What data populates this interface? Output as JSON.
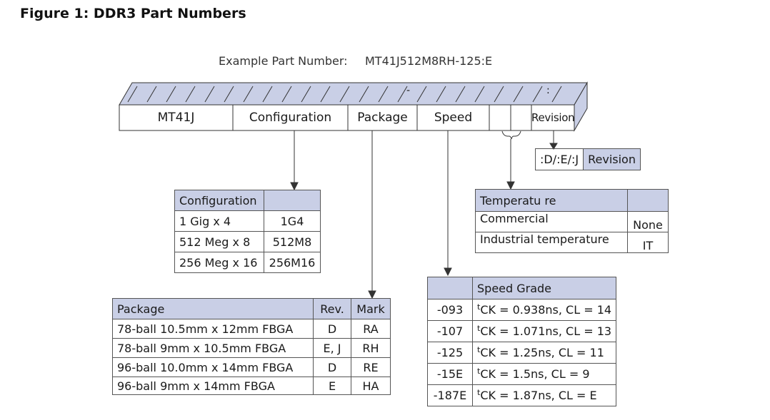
{
  "figure": {
    "title": "Figure 1: DDR3 Part Numbers"
  },
  "example": {
    "label": "Example Part Number:",
    "value": "MT41J512M8RH-125:E"
  },
  "part_number_fields": {
    "prefix": "MT41J",
    "configuration": "Configuration",
    "package": "Package",
    "speed": "Speed",
    "revision": "Revision",
    "dash": "-",
    "colon": ":"
  },
  "revision_box": {
    "code": ":D/:E/:J",
    "label": "Revision"
  },
  "configuration_table": {
    "header": [
      "Configuration",
      ""
    ],
    "rows": [
      [
        "1 Gig x 4",
        "1G4"
      ],
      [
        "512 Meg x 8",
        "512M8"
      ],
      [
        "256 Meg x 16",
        "256M16"
      ]
    ]
  },
  "temperature_table": {
    "header": [
      "Temperatu re",
      ""
    ],
    "rows": [
      [
        "Commercial",
        "None"
      ],
      [
        "Industrial temperature",
        "IT"
      ]
    ]
  },
  "speed_table": {
    "header": [
      "",
      "Speed Grade"
    ],
    "t": "t",
    "rows": [
      [
        "-093",
        "CK = 0.938ns, CL = 14"
      ],
      [
        "-107",
        "CK = 1.071ns, CL = 13"
      ],
      [
        "-125",
        "CK = 1.25ns, CL = 11"
      ],
      [
        "-15E",
        "CK = 1.5ns, CL = 9"
      ],
      [
        "-187E",
        "CK = 1.87ns, CL = E"
      ]
    ]
  },
  "package_table": {
    "header": [
      "Package",
      "Rev.",
      "Mark"
    ],
    "rows": [
      [
        "78-ball 10.5mm x 12mm FBGA",
        "D",
        "RA"
      ],
      [
        "78-ball 9mm x 10.5mm FBGA",
        "E, J",
        "RH"
      ],
      [
        "96-ball 10.0mm x 14mm FBGA",
        "D",
        "RE"
      ],
      [
        "96-ball 9mm x 14mm FBGA",
        "E",
        "HA"
      ]
    ]
  },
  "colors": {
    "header_fill": "#c9cfe6",
    "line": "#333333"
  }
}
